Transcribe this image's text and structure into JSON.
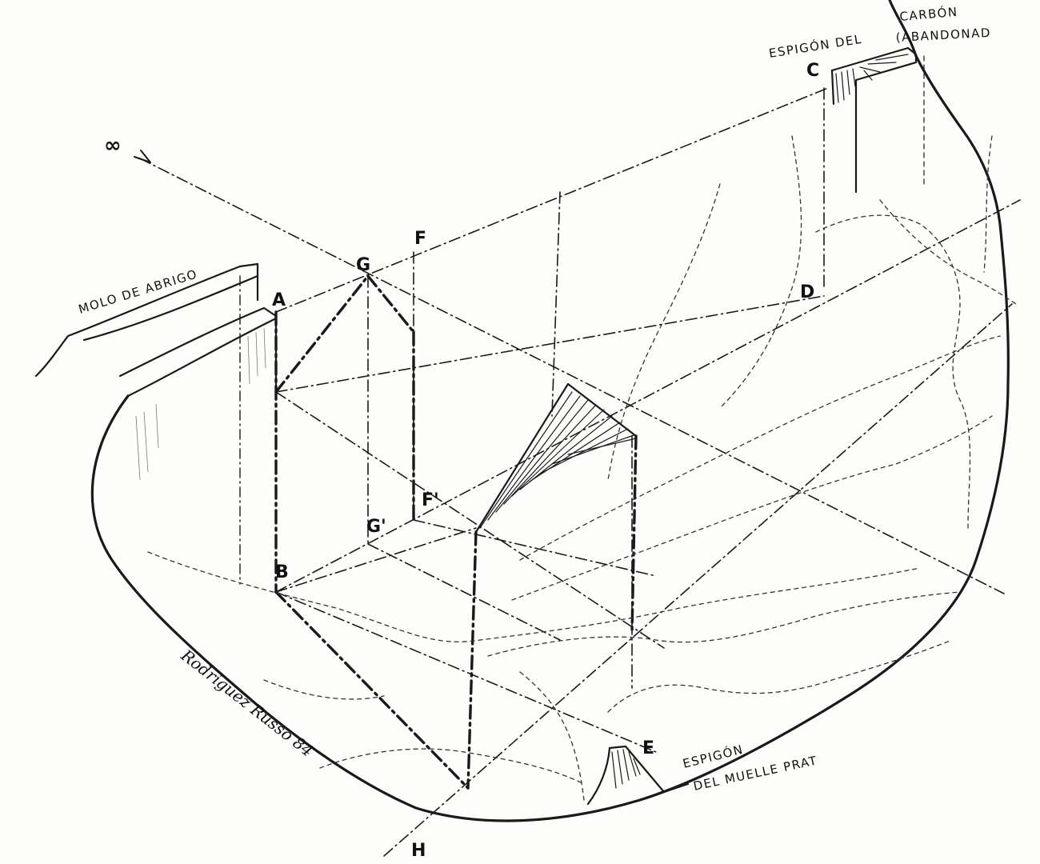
{
  "labels": {
    "infinity": "∞",
    "A": "A",
    "B": "B",
    "C": "C",
    "D": "D",
    "E": "E",
    "F": "F",
    "F_prime": "F'",
    "G": "G",
    "G_prime": "G'",
    "H": "H"
  },
  "captions": {
    "molo": "MOLO DE ABRIGO",
    "espigon_carbon_1": "ESPIGÓN DEL",
    "espigon_carbon_2": "CARBÓN",
    "espigon_carbon_3": "(ABANDONAD",
    "espigon_prat_1": "ESPIGÓN",
    "espigon_prat_2": "DEL MUELLE PRAT"
  },
  "signature": "Rodríguez Russo 84"
}
